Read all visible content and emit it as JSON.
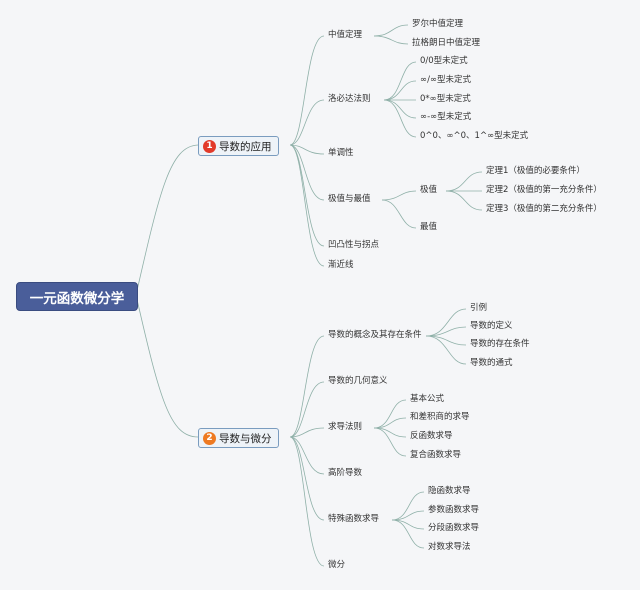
{
  "root": "一元函数微分学",
  "branch1": {
    "num": "1",
    "label": "导数的应用",
    "mvt": {
      "label": "中值定理",
      "items": [
        "罗尔中值定理",
        "拉格朗日中值定理"
      ]
    },
    "lhopital": {
      "label": "洛必达法则",
      "items": [
        "0/0型未定式",
        "∞/∞型未定式",
        "0*∞型未定式",
        "∞-∞型未定式",
        "0^0、∞^0、1^∞型未定式"
      ]
    },
    "monotonic": "单调性",
    "extremum": {
      "label": "极值与最值",
      "extreme": {
        "label": "极值",
        "items": [
          "定理1（极值的必要条件）",
          "定理2（极值的第一充分条件）",
          "定理3（极值的第二充分条件）"
        ]
      },
      "max": "最值"
    },
    "convexity": "凹凸性与拐点",
    "asymptote": "渐近线"
  },
  "branch2": {
    "num": "2",
    "label": "导数与微分",
    "concept": {
      "label": "导数的概念及其存在条件",
      "items": [
        "引例",
        "导数的定义",
        "导数的存在条件",
        "导数的通式"
      ]
    },
    "geometric": "导数的几何意义",
    "rules": {
      "label": "求导法则",
      "items": [
        "基本公式",
        "和差积商的求导",
        "反函数求导",
        "复合函数求导"
      ]
    },
    "higher": "高阶导数",
    "special": {
      "label": "特殊函数求导",
      "items": [
        "隐函数求导",
        "参数函数求导",
        "分段函数求导",
        "对数求导法"
      ]
    },
    "differential": "微分"
  }
}
